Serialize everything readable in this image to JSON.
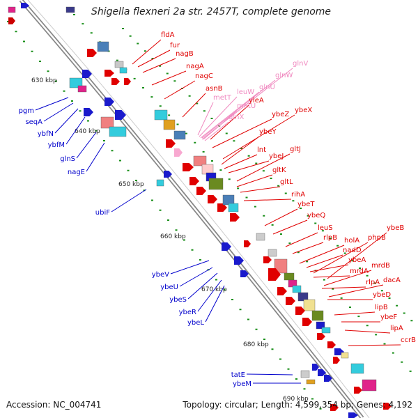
{
  "title": "Shigella flexneri 2a str. 2457T, complete genome",
  "footer": {
    "accession": "Accession: NC_004741",
    "topology": "Topology: circular; Length: 4,599,354 bp; Genes: 4,192"
  },
  "colors": {
    "forward_label": "#e00000",
    "reverse_label": "#0000cc",
    "rna_label": "#f08ac0",
    "backbone": "#888888",
    "tick": "#1a8f1a"
  },
  "kbp_labels": [
    "630 kbp",
    "640 kbp",
    "650 kbp",
    "660 kbp",
    "670 kbp",
    "680 kbp",
    "690 kbp"
  ],
  "forward_genes": [
    "fldA",
    "fur",
    "nagB",
    "nagA",
    "nagC",
    "asnB",
    "yleA",
    "ybeZ",
    "ybeX",
    "ybeY",
    "lnt",
    "ybeJ",
    "gltJ",
    "gltK",
    "gltL",
    "rihA",
    "ybeT",
    "ybeQ",
    "leuS",
    "rlpB",
    "holA",
    "phpB",
    "ybeB",
    "nadD",
    "ybeA",
    "mrdA",
    "mrdB",
    "rlpA",
    "dacA",
    "ybeD",
    "lipB",
    "ybeF",
    "lipA",
    "ccrB"
  ],
  "rna_genes": [
    "glnV",
    "glnW",
    "metT",
    "leuW",
    "glnU",
    "metU",
    "glnX"
  ],
  "reverse_genes": [
    "pgm",
    "seqA",
    "ybfN",
    "ybfM",
    "glnS",
    "nagE",
    "ubiF",
    "ybeV",
    "ybeU",
    "ybeS",
    "ybeR",
    "ybeL",
    "tatE",
    "ybeM"
  ]
}
